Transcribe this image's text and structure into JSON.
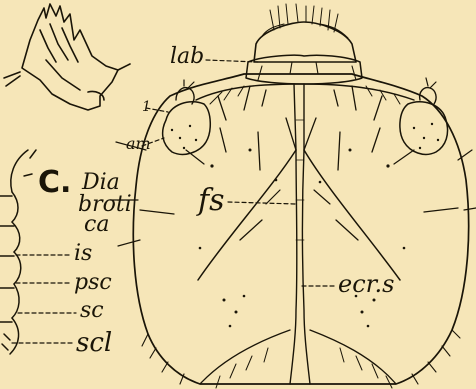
{
  "figure": {
    "title_letter": "C.",
    "title_lines": [
      "Dia",
      "broti",
      "ca"
    ]
  },
  "labels": {
    "lab": "lab",
    "one": "1",
    "am": "am",
    "fs": "fs",
    "ecrs": "ecr.s",
    "is": "is",
    "psc": "psc",
    "sc": "sc",
    "scl": "scl"
  },
  "colors": {
    "paper": "#f6e6b8",
    "ink": "#1a1508"
  }
}
